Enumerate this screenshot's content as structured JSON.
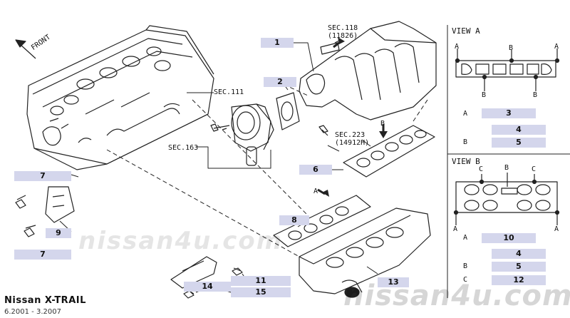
{
  "front_label": "FRONT",
  "sec_labels": {
    "sec111": "SEC.111",
    "sec118_line1": "SEC.118",
    "sec118_line2": "(11826)",
    "sec223_line1": "SEC.223",
    "sec223_line2": "(14912H)",
    "sec163": "SEC.163"
  },
  "view_a": {
    "title": "VIEW A",
    "letter_a": "A",
    "letter_b": "B",
    "rows": [
      {
        "letter": "A",
        "part": "3"
      },
      {
        "letter": "",
        "part": "4"
      },
      {
        "letter": "B",
        "part": "5"
      }
    ]
  },
  "view_b": {
    "title": "VIEW B",
    "letter_a": "A",
    "letter_b": "B",
    "letter_c": "C",
    "rows": [
      {
        "letter": "A",
        "part": "10"
      },
      {
        "letter": "",
        "part": "4"
      },
      {
        "letter": "B",
        "part": "5"
      },
      {
        "letter": "C",
        "part": "12"
      }
    ]
  },
  "arrow_letters": {
    "a": "A",
    "b": "B"
  },
  "callouts": [
    "1",
    "2",
    "6",
    "7",
    "9",
    "7",
    "8",
    "11",
    "13",
    "14",
    "15"
  ],
  "footer": {
    "model": "Nissan X-TRAIL",
    "dates": "6.2001 - 3.2007"
  },
  "watermarks": {
    "center": "nissan4u.com",
    "bottom": "nissan4u.com"
  },
  "colors": {
    "tag_fill": "#d4d6ec",
    "line": "#222222"
  }
}
